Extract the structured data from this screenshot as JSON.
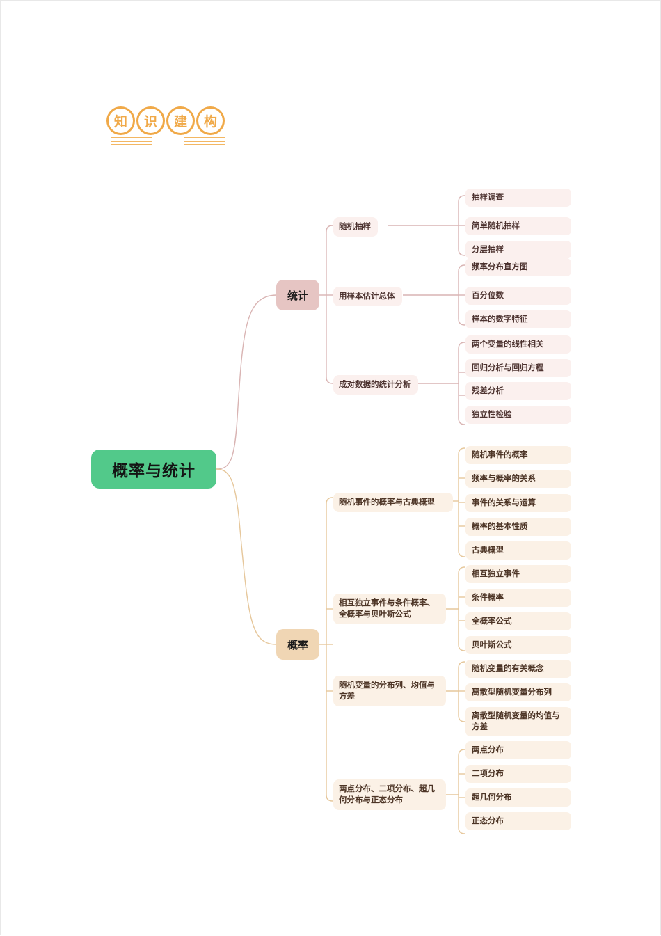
{
  "header": {
    "badge_chars": [
      "知",
      "识",
      "建",
      "构"
    ],
    "accent_color": "#f0a948"
  },
  "mindmap": {
    "root": {
      "label": "概率与统计",
      "color": "#52c98a"
    },
    "branches": [
      {
        "label": "统计",
        "color": "#e6c5c3",
        "line_color": "#d9b4b3",
        "topics": [
          {
            "label": "随机抽样",
            "items": [
              "抽样调查",
              "简单随机抽样",
              "分层抽样"
            ]
          },
          {
            "label": "用样本估计总体",
            "items": [
              "频率分布直方图",
              "百分位数",
              "样本的数字特征"
            ]
          },
          {
            "label": "成对数据的统计分析",
            "items": [
              "两个变量的线性相关",
              "回归分析与回归方程",
              "残差分析",
              "独立性检验"
            ]
          }
        ]
      },
      {
        "label": "概率",
        "color": "#f0d6b4",
        "line_color": "#e6c79b",
        "topics": [
          {
            "label": "随机事件的概率与古典概型",
            "items": [
              "随机事件的概率",
              "频率与概率的关系",
              "事件的关系与运算",
              "概率的基本性质",
              "古典概型"
            ]
          },
          {
            "label": "相互独立事件与条件概率、全概率与贝叶斯公式",
            "items": [
              "相互独立事件",
              "条件概率",
              "全概率公式",
              "贝叶斯公式"
            ]
          },
          {
            "label": "随机变量的分布列、均值与方差",
            "items": [
              "随机变量的有关概念",
              "离散型随机变量分布列",
              "离散型随机变量的均值与方差"
            ]
          },
          {
            "label": "两点分布、二项分布、超几何分布与正态分布",
            "items": [
              "两点分布",
              "二项分布",
              "超几何分布",
              "正态分布"
            ]
          }
        ]
      }
    ]
  }
}
